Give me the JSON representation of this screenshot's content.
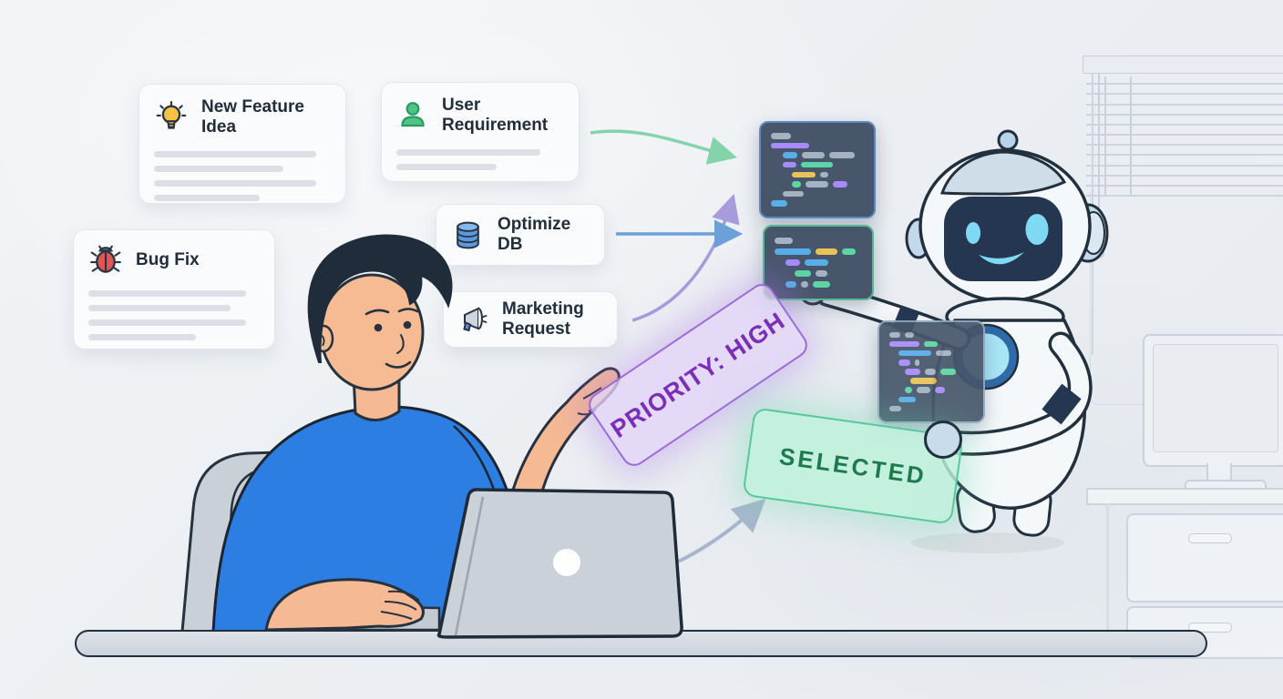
{
  "scene_title": "Developer with AI assistant prioritizing task cards",
  "cards": [
    {
      "label": "New Feature Idea",
      "icon": "lightbulb-icon",
      "skeleton_widths": [
        "92%",
        "73%",
        "92%",
        "60%"
      ]
    },
    {
      "label": "User Requirement",
      "icon": "user-icon",
      "skeleton_widths": [
        "86%",
        "60%"
      ]
    },
    {
      "label": "Bug Fix",
      "icon": "bug-icon",
      "skeleton_widths": [
        "92%",
        "83%",
        "92%",
        "63%"
      ]
    },
    {
      "label": "Optimize DB",
      "icon": "database-icon",
      "skeleton_widths": []
    },
    {
      "label": "Marketing Request",
      "icon": "megaphone-icon",
      "skeleton_widths": []
    }
  ],
  "stamps": {
    "priority": {
      "text": "PRIORITY: HIGH",
      "text_color": "#7a2fb8",
      "border_color": "#9d6ad8",
      "fill": "rgba(226,211,248,0.78)"
    },
    "selected": {
      "text": "SELECTED",
      "text_color": "#1d7a4f",
      "border_color": "#57c89c",
      "fill": "rgba(188,241,218,0.82)"
    }
  },
  "colors": {
    "background": "#edf0f4",
    "card_bg": "#fafbfd",
    "skeleton": "#dcdfe5",
    "shirt_blue": "#2d7ee3",
    "skin": "#f5b993",
    "code_bg": "#47566b",
    "code": {
      "gray": "#a5b2c2",
      "purple": "#a78bfa",
      "blue": "#57aee9",
      "green": "#5cd6a2",
      "yellow": "#e9c358"
    },
    "arrow_green": "#85d3ab",
    "arrow_purple": "#a79bdc",
    "arrow_blue": "#6ba1d8",
    "arrow_gray": "#a8b6cd"
  },
  "code_blocks": [
    {
      "name": "code-snippet-1",
      "border": "#5d89c4",
      "rows": [
        {
          "indent": 0,
          "pills": [
            [
              "gray",
              22
            ]
          ]
        },
        {
          "indent": 0,
          "pills": [
            [
              "purple",
              42
            ]
          ]
        },
        {
          "indent": 13,
          "pills": [
            [
              "blue",
              16
            ],
            [
              "gray",
              25
            ],
            [
              "gray",
              28
            ]
          ]
        },
        {
          "indent": 13,
          "pills": [
            [
              "purple",
              15
            ],
            [
              "green",
              35
            ]
          ]
        },
        {
          "indent": 23,
          "pills": [
            [
              "yellow",
              26
            ],
            [
              "gray",
              9
            ]
          ]
        },
        {
          "indent": 23,
          "pills": [
            [
              "green",
              10
            ],
            [
              "gray",
              25
            ],
            [
              "purple",
              16
            ]
          ]
        },
        {
          "indent": 13,
          "pills": [
            [
              "gray",
              23
            ]
          ]
        },
        {
          "indent": 0,
          "pills": [
            [
              "blue",
              18
            ]
          ]
        }
      ]
    },
    {
      "name": "code-snippet-2",
      "border": "#59b894",
      "rows": [
        {
          "indent": 0,
          "pills": [
            [
              "gray",
              20
            ]
          ]
        },
        {
          "indent": 0,
          "pills": [
            [
              "blue",
              40
            ],
            [
              "yellow",
              24
            ],
            [
              "green",
              15
            ]
          ]
        },
        {
          "indent": 12,
          "pills": [
            [
              "purple",
              16
            ],
            [
              "blue",
              26
            ]
          ]
        },
        {
          "indent": 22,
          "pills": [
            [
              "green",
              18
            ],
            [
              "gray",
              13
            ]
          ]
        },
        {
          "indent": 12,
          "pills": [
            [
              "blue",
              12
            ],
            [
              "gray",
              8
            ],
            [
              "green",
              19
            ]
          ]
        }
      ]
    },
    {
      "name": "code-snippet-3",
      "border": "#93a8c0",
      "rows": [
        {
          "indent": 0,
          "pills": [
            [
              "gray",
              12
            ],
            [
              "gray",
              10
            ]
          ]
        },
        {
          "indent": 0,
          "pills": [
            [
              "purple",
              33
            ],
            [
              "green",
              15
            ]
          ]
        },
        {
          "indent": 10,
          "pills": [
            [
              "blue",
              36
            ],
            [
              "gray",
              17
            ]
          ]
        },
        {
          "indent": 10,
          "pills": [
            [
              "purple",
              13
            ],
            [
              "gray",
              5
            ]
          ]
        },
        {
          "indent": 17,
          "pills": [
            [
              "purple",
              17
            ],
            [
              "gray",
              12
            ],
            [
              "green",
              17
            ]
          ]
        },
        {
          "indent": 23,
          "pills": [
            [
              "yellow",
              29
            ]
          ]
        },
        {
          "indent": 17,
          "pills": [
            [
              "green",
              8
            ],
            [
              "gray",
              15
            ],
            [
              "purple",
              11
            ]
          ]
        },
        {
          "indent": 10,
          "pills": [
            [
              "blue",
              19
            ]
          ]
        },
        {
          "indent": 0,
          "pills": [
            [
              "gray",
              13
            ]
          ]
        }
      ]
    }
  ]
}
